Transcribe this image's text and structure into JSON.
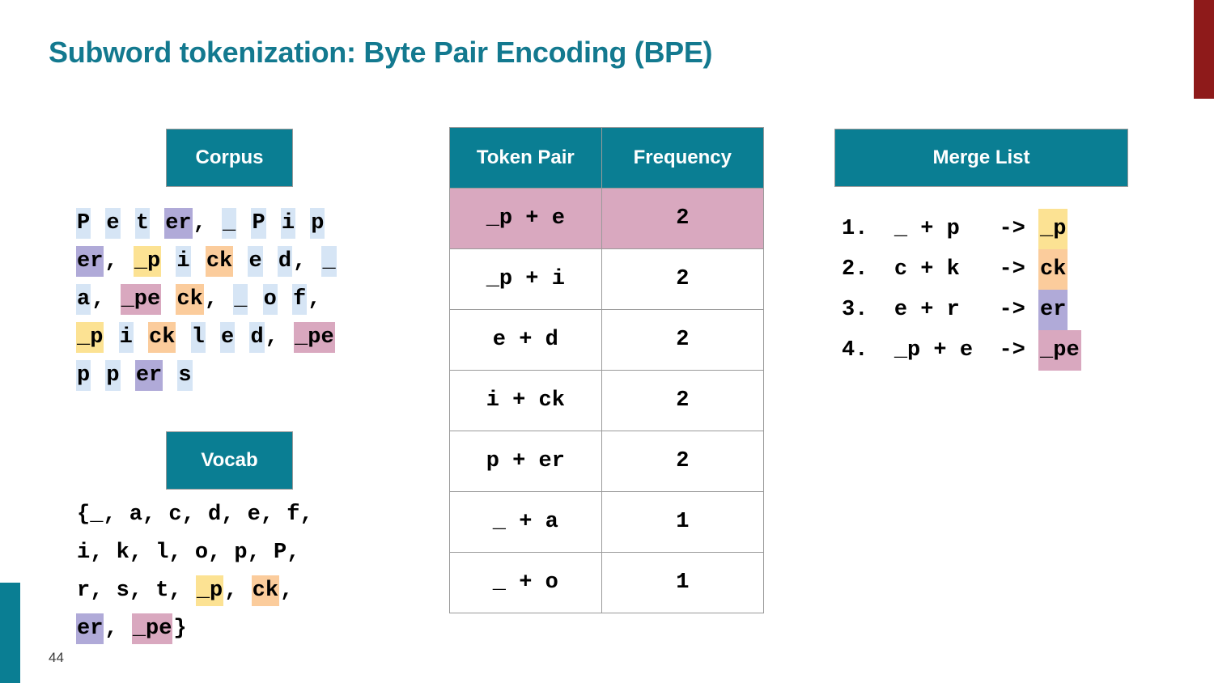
{
  "slide": {
    "title": "Subword tokenization: Byte Pair Encoding (BPE)",
    "page_number": "44",
    "accent_teal": "#0A7E93",
    "title_color": "#13798F",
    "edge_red": "#8E1A1A"
  },
  "palette": {
    "char_blue": "#D6E5F5",
    "er_purple": "#B0AAD8",
    "underscore_p_yellow": "#FCE293",
    "ck_orange": "#FBCC9C",
    "underscore_pe_pink": "#D9A8BF"
  },
  "corpus": {
    "header": "Corpus",
    "lines": [
      [
        {
          "t": "P",
          "c": "c-blue"
        },
        {
          "t": " ",
          "c": "c-none"
        },
        {
          "t": "e",
          "c": "c-blue"
        },
        {
          "t": " ",
          "c": "c-none"
        },
        {
          "t": "t",
          "c": "c-blue"
        },
        {
          "t": " ",
          "c": "c-none"
        },
        {
          "t": "er",
          "c": "c-purple"
        },
        {
          "t": ",",
          "c": "c-none"
        },
        {
          "t": " ",
          "c": "c-none"
        },
        {
          "t": "_",
          "c": "c-blue"
        },
        {
          "t": " ",
          "c": "c-none"
        },
        {
          "t": "P",
          "c": "c-blue"
        },
        {
          "t": " ",
          "c": "c-none"
        },
        {
          "t": "i",
          "c": "c-blue"
        },
        {
          "t": " ",
          "c": "c-none"
        },
        {
          "t": "p",
          "c": "c-blue"
        }
      ],
      [
        {
          "t": "er",
          "c": "c-purple"
        },
        {
          "t": ",",
          "c": "c-none"
        },
        {
          "t": " ",
          "c": "c-none"
        },
        {
          "t": "_p",
          "c": "c-yellow"
        },
        {
          "t": " ",
          "c": "c-none"
        },
        {
          "t": "i",
          "c": "c-blue"
        },
        {
          "t": " ",
          "c": "c-none"
        },
        {
          "t": "ck",
          "c": "c-orange"
        },
        {
          "t": " ",
          "c": "c-none"
        },
        {
          "t": "e",
          "c": "c-blue"
        },
        {
          "t": " ",
          "c": "c-none"
        },
        {
          "t": "d",
          "c": "c-blue"
        },
        {
          "t": ",",
          "c": "c-none"
        },
        {
          "t": " ",
          "c": "c-none"
        },
        {
          "t": "_",
          "c": "c-blue"
        }
      ],
      [
        {
          "t": "a",
          "c": "c-blue"
        },
        {
          "t": ",",
          "c": "c-none"
        },
        {
          "t": " ",
          "c": "c-none"
        },
        {
          "t": "_pe",
          "c": "c-pink"
        },
        {
          "t": " ",
          "c": "c-none"
        },
        {
          "t": "ck",
          "c": "c-orange"
        },
        {
          "t": ",",
          "c": "c-none"
        },
        {
          "t": " ",
          "c": "c-none"
        },
        {
          "t": "_",
          "c": "c-blue"
        },
        {
          "t": " ",
          "c": "c-none"
        },
        {
          "t": "o",
          "c": "c-blue"
        },
        {
          "t": " ",
          "c": "c-none"
        },
        {
          "t": "f",
          "c": "c-blue"
        },
        {
          "t": ",",
          "c": "c-none"
        }
      ],
      [
        {
          "t": "_p",
          "c": "c-yellow"
        },
        {
          "t": " ",
          "c": "c-none"
        },
        {
          "t": "i",
          "c": "c-blue"
        },
        {
          "t": " ",
          "c": "c-none"
        },
        {
          "t": "ck",
          "c": "c-orange"
        },
        {
          "t": " ",
          "c": "c-none"
        },
        {
          "t": "l",
          "c": "c-blue"
        },
        {
          "t": " ",
          "c": "c-none"
        },
        {
          "t": "e",
          "c": "c-blue"
        },
        {
          "t": " ",
          "c": "c-none"
        },
        {
          "t": "d",
          "c": "c-blue"
        },
        {
          "t": ",",
          "c": "c-none"
        },
        {
          "t": " ",
          "c": "c-none"
        },
        {
          "t": "_pe",
          "c": "c-pink"
        }
      ],
      [
        {
          "t": "p",
          "c": "c-blue"
        },
        {
          "t": " ",
          "c": "c-none"
        },
        {
          "t": "p",
          "c": "c-blue"
        },
        {
          "t": " ",
          "c": "c-none"
        },
        {
          "t": "er",
          "c": "c-purple"
        },
        {
          "t": " ",
          "c": "c-none"
        },
        {
          "t": "s",
          "c": "c-blue"
        }
      ]
    ],
    "plain_text": "P e t er, _ P i p er, _p i ck e d, _ a, _pe ck, _ o f, _p i ck l e d, _pe p p er s"
  },
  "vocab": {
    "header": "Vocab",
    "lines": [
      [
        {
          "t": "{_, a, c, d, e, f,",
          "c": "c-none"
        }
      ],
      [
        {
          "t": "i, k, l, o, p, P,",
          "c": "c-none"
        }
      ],
      [
        {
          "t": "r, s, t, ",
          "c": "c-none"
        },
        {
          "t": "_p",
          "c": "c-yellow"
        },
        {
          "t": ", ",
          "c": "c-none"
        },
        {
          "t": "ck",
          "c": "c-orange"
        },
        {
          "t": ",",
          "c": "c-none"
        }
      ],
      [
        {
          "t": "er",
          "c": "c-purple"
        },
        {
          "t": ", ",
          "c": "c-none"
        },
        {
          "t": "_pe",
          "c": "c-pink"
        },
        {
          "t": "}",
          "c": "c-none"
        }
      ]
    ],
    "plain_text": "{_, a, c, d, e, f, i, k, l, o, p, P, r, s, t, _p, ck, er, _pe}"
  },
  "freq_table": {
    "columns": [
      "Token Pair",
      "Frequency"
    ],
    "rows": [
      {
        "pair": "_p + e",
        "freq": "2",
        "highlighted": true
      },
      {
        "pair": "_p + i",
        "freq": "2",
        "highlighted": false
      },
      {
        "pair": "e + d",
        "freq": "2",
        "highlighted": false
      },
      {
        "pair": "i + ck",
        "freq": "2",
        "highlighted": false
      },
      {
        "pair": "p + er",
        "freq": "2",
        "highlighted": false
      },
      {
        "pair": "_ + a",
        "freq": "1",
        "highlighted": false
      },
      {
        "pair": "_ + o",
        "freq": "1",
        "highlighted": false
      }
    ]
  },
  "merge_list": {
    "header": "Merge List",
    "rows": [
      {
        "index": "1.",
        "lhs": "_ + p ",
        "arrow": "-> ",
        "result": "_p",
        "color": "c-yellow"
      },
      {
        "index": "2.",
        "lhs": "c + k ",
        "arrow": "-> ",
        "result": "ck",
        "color": "c-orange"
      },
      {
        "index": "3.",
        "lhs": "e + r ",
        "arrow": "-> ",
        "result": "er",
        "color": "c-purple"
      },
      {
        "index": "4.",
        "lhs": "_p + e",
        "arrow": "-> ",
        "result": "_pe",
        "color": "c-pink"
      }
    ]
  }
}
